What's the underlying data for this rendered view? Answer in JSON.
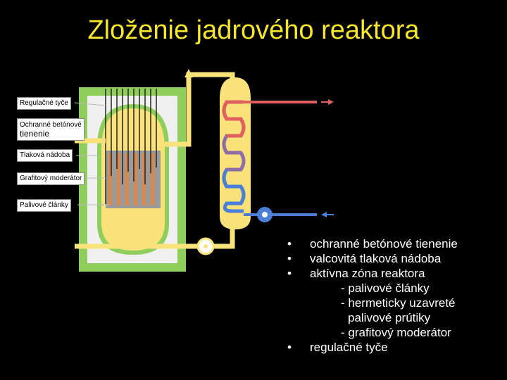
{
  "title": "Zloženie jadrového reaktora",
  "labels": {
    "regulacne_tyce": "Regulačné tyče",
    "ochranne_tienenie_1": "Ochranné betónové",
    "ochranne_tienenie_2": "tienenie",
    "tlakova_nadoba": "Tlaková nádoba",
    "grafitovy_moderator": "Grafitový moderátor",
    "palivove_clanky": "Palivové články"
  },
  "bullets": {
    "b1": "ochranné betónové tienenie",
    "b2": "valcovitá tlaková nádoba",
    "b3": "aktívna zóna reaktora",
    "s1": "- palivové články",
    "s2": "- hermeticky uzavreté",
    "s3": "palivové prútiky",
    "s4": "- grafitový moderátor",
    "b4": "regulačné tyče",
    "dot": "•"
  },
  "colors": {
    "title": "#f7e62c",
    "shield": "#8fce5c",
    "vessel": "#f9e27a",
    "hot": "#e06060",
    "cold": "#4a7fd8",
    "fuel": "#d9884a",
    "moderator": "#9a9a9a"
  }
}
